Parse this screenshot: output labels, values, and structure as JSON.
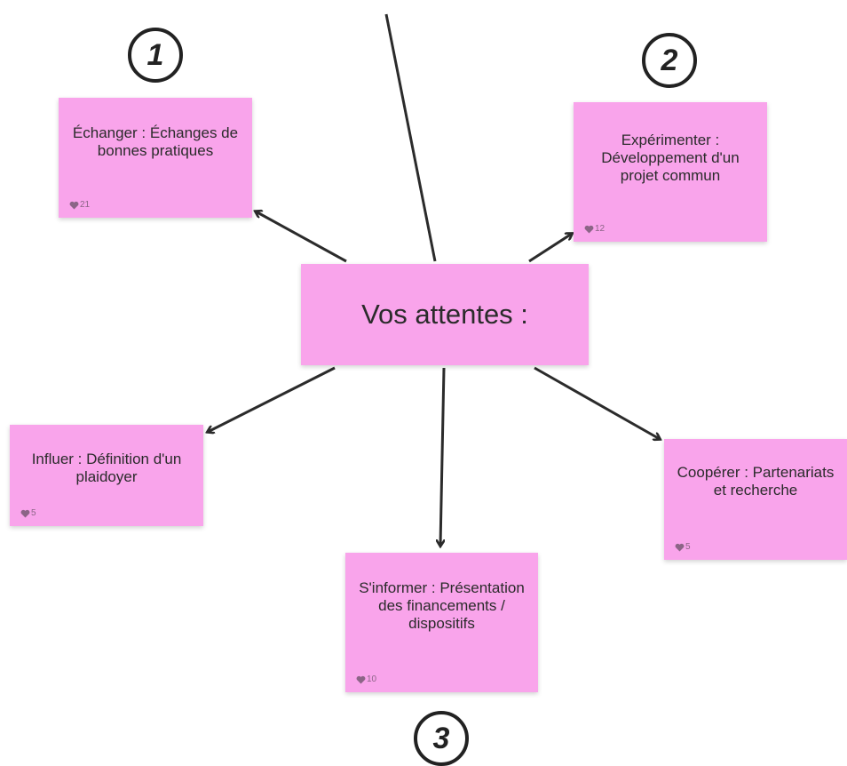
{
  "board": {
    "center": {
      "label": "Vos attentes :"
    },
    "notes": [
      {
        "id": "echanger",
        "text": "Échanger : Échanges de bonnes pratiques",
        "likes": "21"
      },
      {
        "id": "experimenter",
        "text": "Expérimenter : Développement d'un projet commun",
        "likes": "12"
      },
      {
        "id": "influer",
        "text": "Influer : Définition d'un plaidoyer",
        "likes": "5"
      },
      {
        "id": "cooperer",
        "text": "Coopérer : Partenariats et recherche",
        "likes": "5"
      },
      {
        "id": "informer",
        "text": "S'informer : Présentation des financements / dispositifs",
        "likes": "10"
      }
    ],
    "badges": [
      {
        "number": "1"
      },
      {
        "number": "2"
      },
      {
        "number": "3"
      }
    ],
    "colors": {
      "sticky": "#f9a4eb",
      "connector": "#2b2b2b",
      "badge_border": "#222222"
    }
  }
}
